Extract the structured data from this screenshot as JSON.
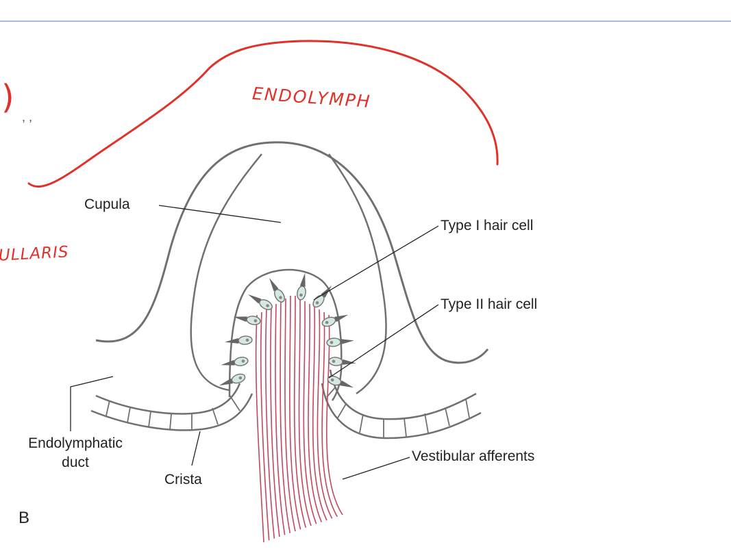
{
  "labels": {
    "cupula": "Cupula",
    "type1": "Type I hair cell",
    "type2": "Type II hair cell",
    "endo_line1": "Endolymphatic",
    "endo_line2": "duct",
    "crista": "Crista",
    "vestibular": "Vestibular afferents",
    "panel": "B"
  },
  "annotations": {
    "endolymph": "ENDOLYMPH",
    "ampullaris": "ULLARIS",
    "paren": ")",
    "stray_mark": ", ,"
  },
  "colors": {
    "top_rule": "#a9bedf",
    "diagram_stroke": "#6e6e6e",
    "nerve_fibers": "#c2475d",
    "hair_cell_fill": "#d6e9e0",
    "hair_bundle": "#666666",
    "annotation_ink": "#e0322a"
  }
}
